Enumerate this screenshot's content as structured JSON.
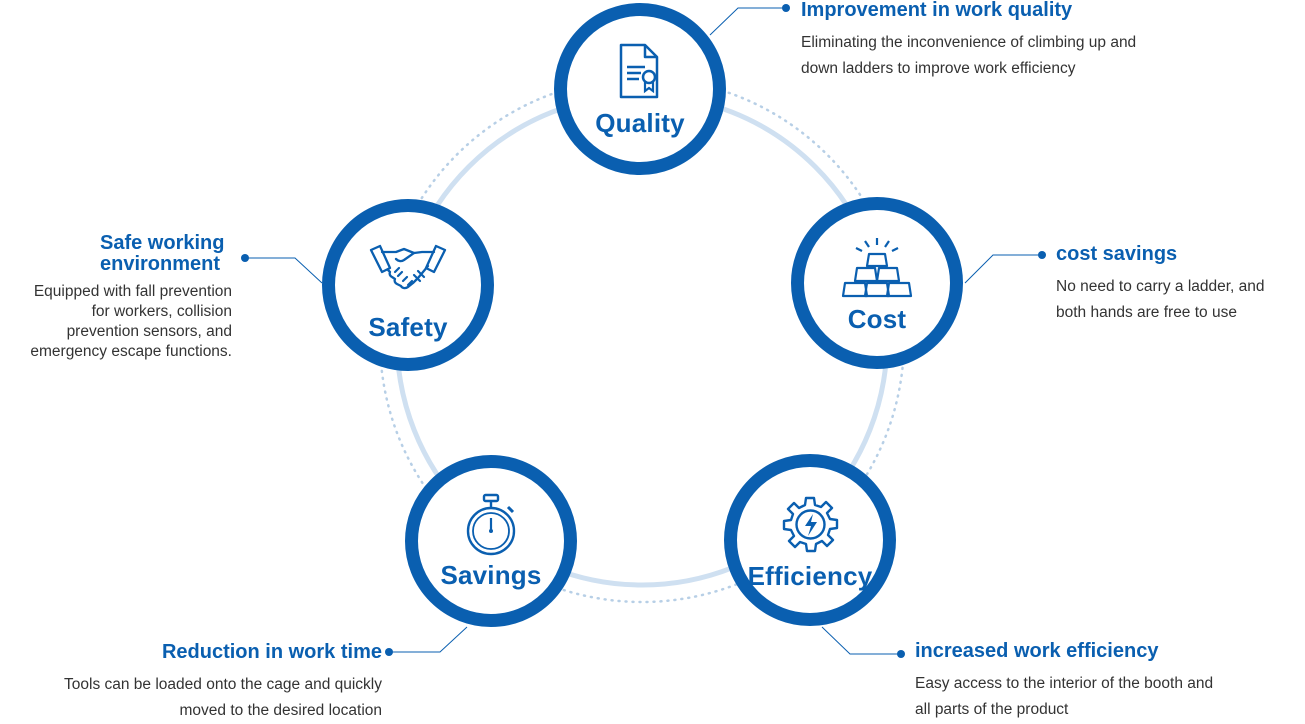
{
  "colors": {
    "primary": "#0a5fb0",
    "ring": "#cfe0f1",
    "dots": "#b7cfe6",
    "text": "#333333"
  },
  "nodes": {
    "quality": {
      "label": "Quality",
      "icon": "certificate-document-icon"
    },
    "cost": {
      "label": "Cost",
      "icon": "gold-bars-icon"
    },
    "efficiency": {
      "label": "Efficiency",
      "icon": "gear-lightning-icon"
    },
    "savings": {
      "label": "Savings",
      "icon": "stopwatch-icon"
    },
    "safety": {
      "label": "Safety",
      "icon": "handshake-icon"
    }
  },
  "callouts": {
    "quality": {
      "title": "Improvement in work quality",
      "lines": [
        "Eliminating the inconvenience of climbing up and",
        "down ladders to improve work efficiency"
      ]
    },
    "cost": {
      "title": "cost savings",
      "lines": [
        "No need to carry a ladder, and",
        "both hands are free to use"
      ]
    },
    "efficiency": {
      "title": "increased work efficiency",
      "lines": [
        "Easy access to the interior of the booth and",
        "all parts of the product"
      ]
    },
    "savings": {
      "title": "Reduction in work time",
      "lines": [
        "Tools can be loaded onto the cage and quickly",
        "moved to the desired location"
      ]
    },
    "safety": {
      "title_lines": [
        "Safe working",
        "environment"
      ],
      "lines": [
        "Equipped with fall prevention",
        "for workers, collision",
        "prevention sensors, and",
        "emergency escape functions."
      ]
    }
  }
}
